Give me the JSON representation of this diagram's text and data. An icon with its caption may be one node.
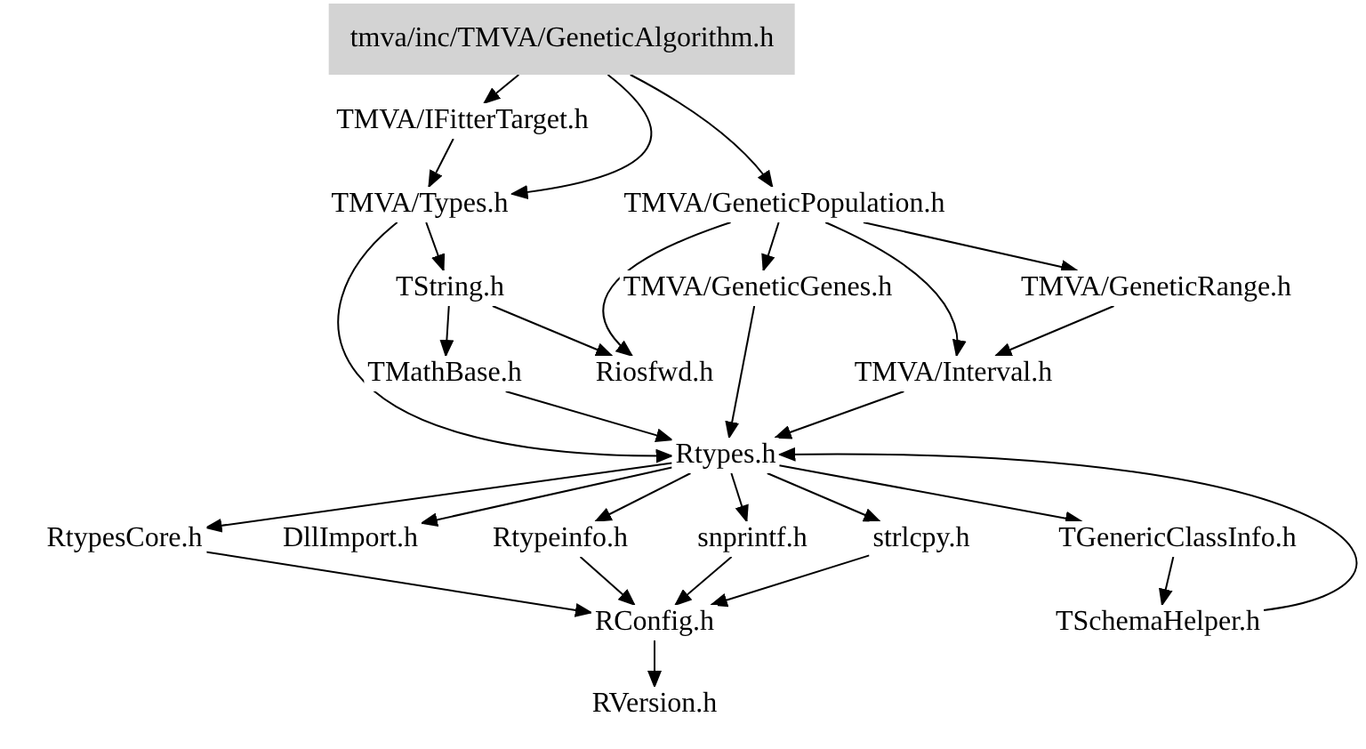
{
  "diagram": {
    "nodes": [
      {
        "text": [
          "tmva/inc/TMVA/GeneticAlgorithm.h"
        ]
      },
      {
        "text": [
          "TMVA/IFitterTarget.h"
        ]
      },
      {
        "text": [
          "TMVA/Types.h"
        ]
      },
      {
        "text": [
          "TMVA/GeneticPopulation.h"
        ]
      },
      {
        "text": [
          "TString.h"
        ]
      },
      {
        "text": [
          "TMVA/GeneticGenes.h"
        ]
      },
      {
        "text": [
          "TMVA/GeneticRange.h"
        ]
      },
      {
        "text": [
          "TMathBase.h"
        ]
      },
      {
        "text": [
          "Riosfwd.h"
        ]
      },
      {
        "text": [
          "TMVA/Interval.h"
        ]
      },
      {
        "text": [
          "Rtypes.h"
        ]
      },
      {
        "text": [
          "RtypesCore.h"
        ]
      },
      {
        "text": [
          "DllImport.h"
        ]
      },
      {
        "text": [
          "Rtypeinfo.h"
        ]
      },
      {
        "text": [
          "snprintf.h"
        ]
      },
      {
        "text": [
          "strlcpy.h"
        ]
      },
      {
        "text": [
          "TGenericClassInfo.h"
        ]
      },
      {
        "text": [
          "RConfig.h"
        ]
      },
      {
        "text": [
          "TSchemaHelper.h"
        ]
      },
      {
        "text": [
          "RVersion.h"
        ]
      }
    ],
    "edges": [
      {
        "from": 0,
        "to": 1,
        "arrow": "to"
      },
      {
        "from": 0,
        "to": 2,
        "arrow": "to"
      },
      {
        "from": 0,
        "to": 3,
        "arrow": "to"
      },
      {
        "from": 1,
        "to": 2,
        "arrow": "to"
      },
      {
        "from": 2,
        "to": 4,
        "arrow": "to"
      },
      {
        "from": 2,
        "to": 10,
        "arrow": "to"
      },
      {
        "from": 3,
        "to": 8,
        "arrow": "to"
      },
      {
        "from": 3,
        "to": 5,
        "arrow": "to"
      },
      {
        "from": 3,
        "to": 6,
        "arrow": "to"
      },
      {
        "from": 3,
        "to": 9,
        "arrow": "to"
      },
      {
        "from": 4,
        "to": 7,
        "arrow": "to"
      },
      {
        "from": 4,
        "to": 8,
        "arrow": "to"
      },
      {
        "from": 5,
        "to": 10,
        "arrow": "to"
      },
      {
        "from": 6,
        "to": 9,
        "arrow": "to"
      },
      {
        "from": 7,
        "to": 10,
        "arrow": "to"
      },
      {
        "from": 9,
        "to": 10,
        "arrow": "to"
      },
      {
        "from": 10,
        "to": 11,
        "arrow": "to"
      },
      {
        "from": 10,
        "to": 12,
        "arrow": "to"
      },
      {
        "from": 10,
        "to": 13,
        "arrow": "to"
      },
      {
        "from": 10,
        "to": 14,
        "arrow": "to"
      },
      {
        "from": 10,
        "to": 15,
        "arrow": "to"
      },
      {
        "from": 10,
        "to": 16,
        "arrow": "to"
      },
      {
        "from": 11,
        "to": 17,
        "arrow": "to"
      },
      {
        "from": 13,
        "to": 17,
        "arrow": "to"
      },
      {
        "from": 14,
        "to": 17,
        "arrow": "to"
      },
      {
        "from": 15,
        "to": 17,
        "arrow": "to"
      },
      {
        "from": 16,
        "to": 18,
        "arrow": "to"
      },
      {
        "from": 18,
        "to": 10,
        "arrow": "to"
      },
      {
        "from": 17,
        "to": 19,
        "arrow": "to"
      }
    ]
  }
}
